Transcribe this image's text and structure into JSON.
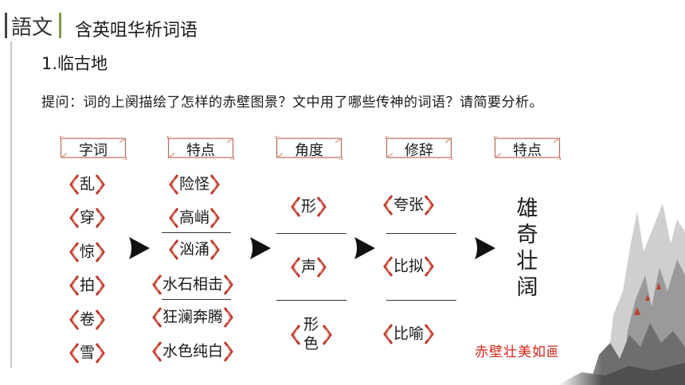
{
  "header": {
    "logo_chars": "語文",
    "title": "含英咀华析词语"
  },
  "subtitle": "1.临古地",
  "question": "提问：词的上阕描绘了怎样的赤壁图景？文中用了哪些传神的词语？请简要分析。",
  "tabs": [
    "字词",
    "特点",
    "角度",
    "修辞",
    "特点"
  ],
  "columns": {
    "chars": [
      "乱",
      "穿",
      "惊",
      "拍",
      "卷",
      "雪"
    ],
    "traits": [
      "险怪",
      "高峭",
      "汹涌",
      "水石相击",
      "狂澜奔腾",
      "水色纯白"
    ],
    "angles": [
      "形",
      "声",
      "形色"
    ],
    "rhetoric": [
      "夸张",
      "比拟",
      "比喻"
    ]
  },
  "result": "雄奇壮阔",
  "caption": "赤壁壮美如画",
  "colors": {
    "caption": "#d62418",
    "bracket": "#c0392b",
    "text": "#1a1a1a"
  }
}
